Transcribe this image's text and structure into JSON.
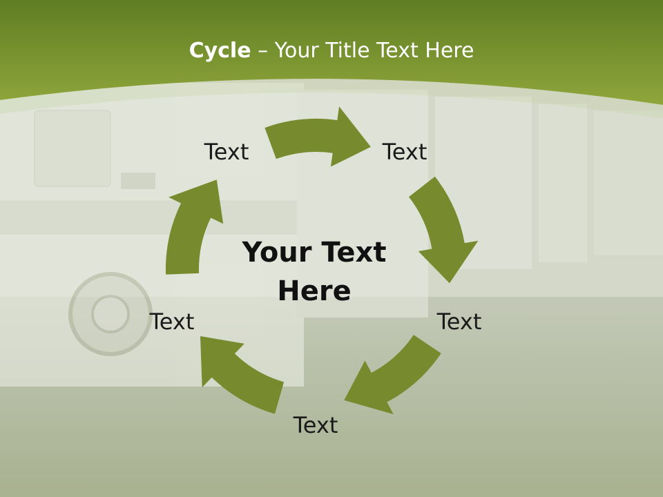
{
  "slide": {
    "title_bold": "Cycle",
    "title_rest": " – Your Title Text Here",
    "center_line1": "Your Text",
    "center_line2": "Here"
  },
  "cycle": {
    "nodes": [
      "Text",
      "Text",
      "Text",
      "Text",
      "Text"
    ]
  },
  "colors": {
    "header_green": "#7e9a33",
    "arrow": "#778a2d",
    "title_text": "#ffffff"
  }
}
